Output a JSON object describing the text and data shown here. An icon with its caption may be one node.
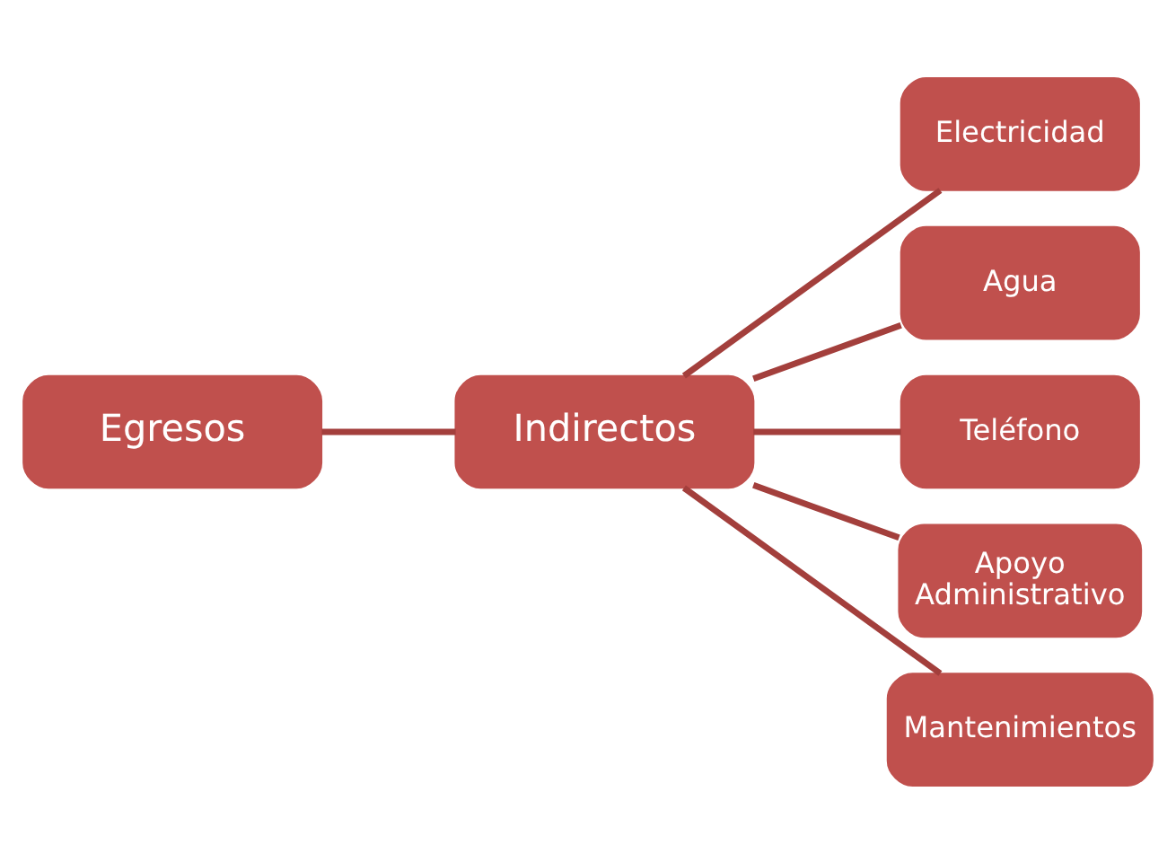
{
  "diagram": {
    "nodes": [
      {
        "text": [
          "Egresos"
        ]
      },
      {
        "text": [
          "Indirectos"
        ]
      },
      {
        "text": [
          "Electricidad"
        ]
      },
      {
        "text": [
          "Agua"
        ]
      },
      {
        "text": [
          "Teléfono"
        ]
      },
      {
        "text": [
          "Apoyo Administrativo"
        ]
      },
      {
        "text": [
          "Mantenimientos"
        ]
      }
    ],
    "edges": [
      {
        "from": 0,
        "to": 1,
        "arrow": "none"
      },
      {
        "from": 1,
        "to": 2,
        "arrow": "none"
      },
      {
        "from": 1,
        "to": 3,
        "arrow": "none"
      },
      {
        "from": 1,
        "to": 4,
        "arrow": "none"
      },
      {
        "from": 1,
        "to": 5,
        "arrow": "none"
      },
      {
        "from": 1,
        "to": 6,
        "arrow": "none"
      }
    ]
  }
}
